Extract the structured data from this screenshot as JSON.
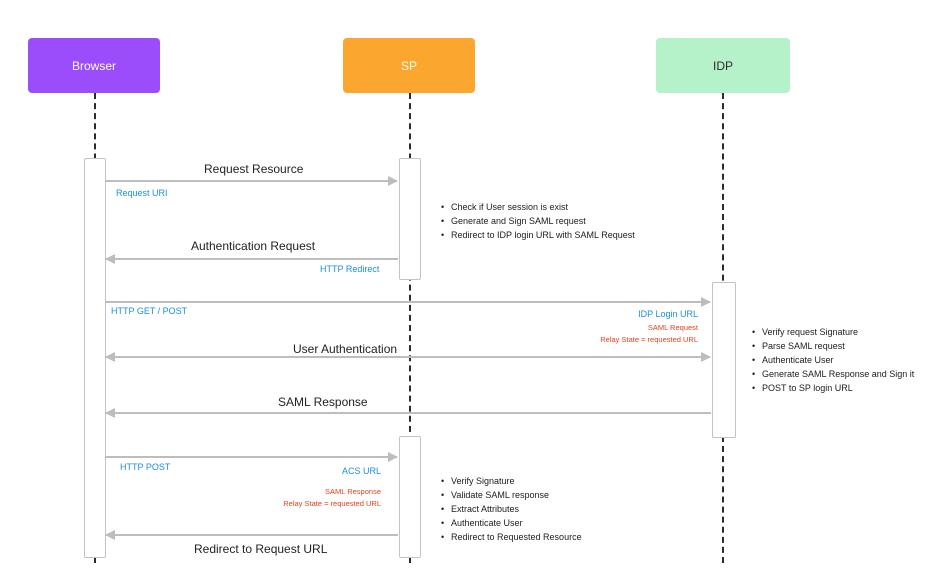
{
  "actors": {
    "browser": "Browser",
    "sp": "SP",
    "idp": "IDP"
  },
  "colors": {
    "browser": "#9b4dfb",
    "sp": "#fba62e",
    "idp": "#b5f2c9",
    "arrow": "#bdbdbd",
    "blue_text": "#1a8fdd",
    "red_text": "#e6421a"
  },
  "messages": {
    "request_resource": "Request Resource",
    "request_uri": "Request URI",
    "authentication_request": "Authentication Request",
    "http_redirect": "HTTP Redirect",
    "http_get_post": "HTTP GET / POST",
    "idp_login_url": "IDP Login URL",
    "saml_request": "SAML Request",
    "relay_state_1": "Relay State = requested URL",
    "user_authentication": "User Authentication",
    "saml_response": "SAML Response",
    "http_post": "HTTP POST",
    "acs_url": "ACS URL",
    "saml_response_small": "SAML Response",
    "relay_state_2": "Relay State = requested URL",
    "redirect_to_request_url": "Redirect to Request URL"
  },
  "notes": {
    "sp_first": [
      "Check if User session is exist",
      "Generate and Sign SAML request",
      "Redirect to IDP login URL with SAML Request"
    ],
    "idp": [
      "Verify request Signature",
      "Parse SAML request",
      "Authenticate User",
      "Generate SAML Response and Sign it",
      "POST to SP login URL"
    ],
    "sp_second": [
      "Verify Signature",
      "Validate SAML response",
      "Extract Attributes",
      "Authenticate User",
      "Redirect to Requested Resource"
    ]
  }
}
